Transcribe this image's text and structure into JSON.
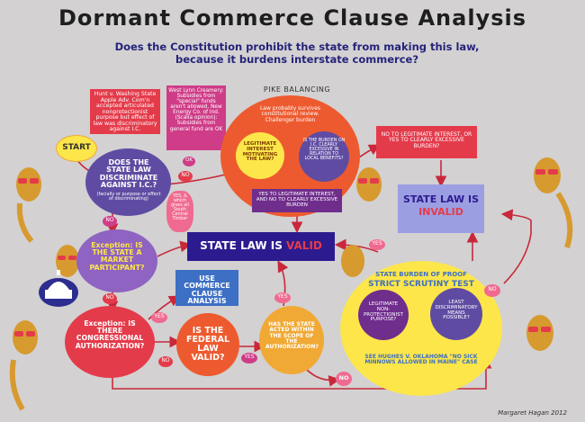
{
  "header": {
    "title": "Dormant Commerce Clause Analysis",
    "subtitle": "Does the Constitution prohibit the state from making this law, because it burdens interstate commerce?"
  },
  "start": {
    "label": "START"
  },
  "nodes": {
    "discriminate": {
      "text": "DOES THE STATE LAW DISCRIMINATE AGAINST I.C.?",
      "sub": "(facially or purpose or effect of discriminating)"
    },
    "market": {
      "text": "Exception: IS THE STATE A MARKET PARTICIPANT?"
    },
    "congress": {
      "text": "Exception: IS THERE CONGRESSIONAL AUTHORIZATION?"
    },
    "federal": {
      "text": "IS THE FEDERAL LAW VALID?"
    },
    "scope": {
      "text": "HAS THE STATE ACTED WITHIN THE SCOPE OF THE AUTHORIZATION?"
    },
    "use_cc": {
      "text": "USE COMMERCE CLAUSE ANALYSIS"
    },
    "valid": {
      "prefix": "STATE LAW IS ",
      "word": "VALID"
    },
    "invalid": {
      "prefix": "STATE LAW IS ",
      "word": "INVALID"
    },
    "pike": {
      "heading": "PIKE BALANCING",
      "intro": "Law probably survives constitutional review. Challenger burden",
      "legit": "LEGITIMATE INTEREST MOTIVATING THE LAW?",
      "burden": "IS THE BURDEN ON I.C. CLEARLY EXCESSIVE IN RELATION TO LOCAL BENEFITS?",
      "yes_box": "YES TO LEGITIMATE INTEREST, AND NO TO CLEARLY EXCESSIVE BURDEN"
    },
    "no_box": {
      "text": "NO TO LEGITIMATE INTEREST, OR YES TO CLEARLY EXCESSIVE BURDEN?"
    },
    "strict": {
      "heading1": "STATE BURDEN OF PROOF",
      "heading2": "STRICT SCRUTINY TEST",
      "legit": "LEGITIMATE NON-PROTECTIONIST PURPOSE?",
      "least": "LEAST DISCRIMINATORY MEANS POSSIBLE?",
      "case": "SEE HUGHES V. OKLAHOMA \"NO SICK MINNOWS ALLOWED IN MAINE\" CASE"
    },
    "hunt": {
      "text": "Hunt v. Washing State Apple Adv. Com'n accepted articulated nonprotectionist purpose but effect of law was discriminatory against I.C."
    },
    "westlynn": {
      "text": "West Lynn Creamery: Subsidies from \"special\" funds aren't allowed. New Energy Co. of Ind. (Scalia opinion): Subsidies from general fund are OK"
    },
    "yes_note": {
      "text": "YES, & which gives all South Central Timber"
    }
  },
  "labels": {
    "no": "NO",
    "yes": "YES",
    "ok": "OK"
  },
  "credit": "Margaret Hagan 2012",
  "colors": {
    "bg": "#d3d1d2",
    "purple": "#5f4ca2",
    "violet": "#8e63c1",
    "orange": "#ee5a2f",
    "amber": "#f0a935",
    "yellow": "#fde64a",
    "red": "#e43b4b",
    "magenta": "#cf3c88",
    "pink": "#f06a8f",
    "dark_red": "#c8283a",
    "blue": "#3d6fc4",
    "lavender": "#9c9ee2",
    "navy": "#2c1b8f",
    "plum": "#6f2d8c",
    "skin": "#d79a2e"
  }
}
